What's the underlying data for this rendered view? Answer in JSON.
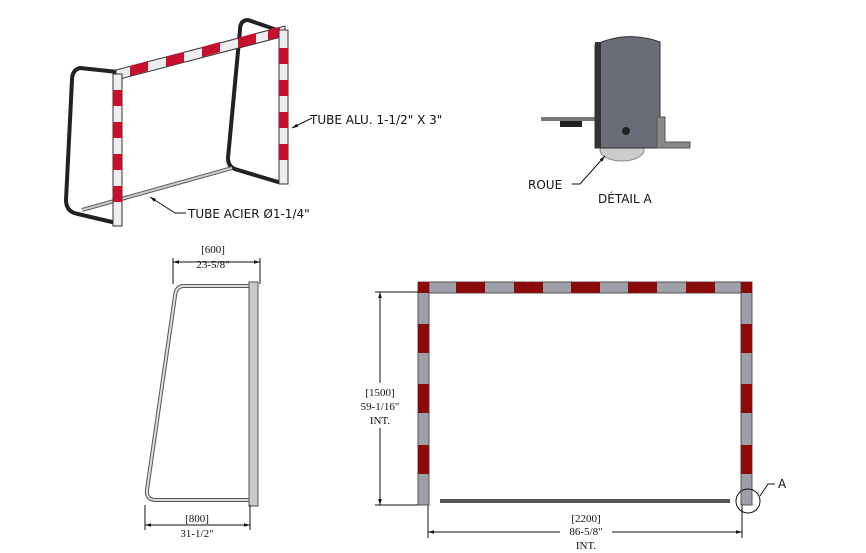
{
  "labels": {
    "tube_alu": "TUBE ALU. 1-1/2\" X 3\"",
    "tube_acier": "TUBE ACIER Ø1-1/4\"",
    "roue": "ROUE",
    "detail_a": "DÉTAIL A",
    "detail_marker": "A"
  },
  "dimensions": {
    "side_top_mm": "[600]",
    "side_top_in": "23-5/8\"",
    "side_bottom_mm": "[800]",
    "side_bottom_in": "31-1/2\"",
    "front_height_mm": "[1500]",
    "front_height_in": "59-1/16\"",
    "front_height_note": "INT.",
    "front_width_mm": "[2200]",
    "front_width_in": "86-5/8\"",
    "front_width_note": "INT."
  },
  "colors": {
    "red": "#8b0a0a",
    "grey": "#9ea0a8",
    "dark": "#2a2a2a"
  }
}
